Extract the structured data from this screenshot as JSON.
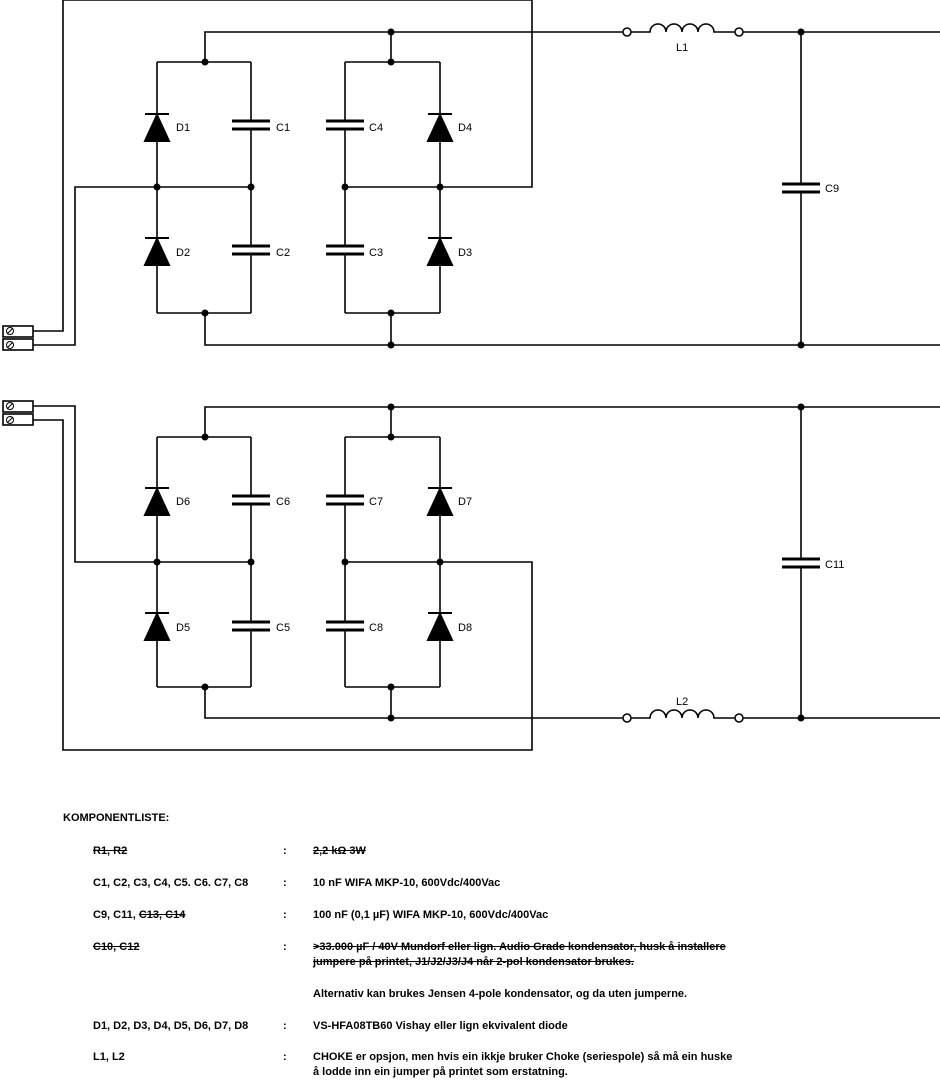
{
  "schematic": {
    "labels": {
      "D1": "D1",
      "D2": "D2",
      "D3": "D3",
      "D4": "D4",
      "D5": "D5",
      "D6": "D6",
      "D7": "D7",
      "D8": "D8",
      "C1": "C1",
      "C2": "C2",
      "C3": "C3",
      "C4": "C4",
      "C5": "C5",
      "C6": "C6",
      "C7": "C7",
      "C8": "C8",
      "C9": "C9",
      "C11": "C11",
      "L1": "L1",
      "L2": "L2"
    }
  },
  "parts_list": {
    "title": "KOMPONENTLISTE:",
    "rows": [
      {
        "ref": "R1, R2",
        "colon": ":",
        "desc": "2,2 kΩ 3W"
      },
      {
        "ref": "C1, C2, C3, C4, C5. C6. C7, C8",
        "colon": ":",
        "desc": "10 nF WIFA MKP-10, 600Vdc/400Vac"
      },
      {
        "ref_a": "C9, C11, ",
        "ref_b": "C13, C14",
        "colon": ":",
        "desc": "100 nF (0,1 µF) WIFA MKP-10, 600Vdc/400Vac"
      },
      {
        "ref": "C10, C12",
        "colon": ":",
        "desc": ">33.000 µF / 40V Mundorf eller lign. Audio Grade kondensator, husk å installere jumpere på printet, J1/J2/J3/J4 når 2-pol kondensator brukes."
      },
      {
        "desc": "Alternativ kan brukes Jensen 4-pole kondensator, og da uten jumperne."
      },
      {
        "ref": "D1, D2, D3, D4, D5, D6, D7, D8",
        "colon": ":",
        "desc": "VS-HFA08TB60 Vishay eller lign ekvivalent diode"
      },
      {
        "ref": "L1, L2",
        "colon": ":",
        "desc": "CHOKE er opsjon, men hvis ein ikkje bruker Choke (seriespole) så må ein huske å lodde inn ein jumper på printet som erstatning."
      }
    ]
  }
}
